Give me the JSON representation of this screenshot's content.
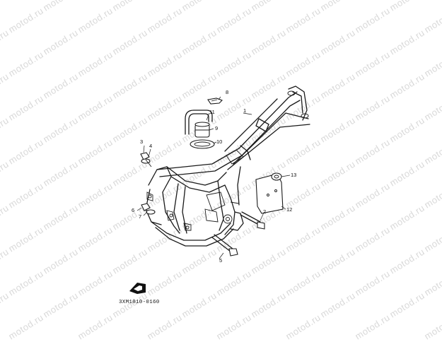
{
  "watermark": {
    "text": "motod.ru"
  },
  "diagram": {
    "part_code": "3XM1010-0160",
    "callouts": {
      "c1": "1",
      "c2": "2",
      "c3": "3",
      "c4": "4",
      "c5": "5",
      "c6": "6",
      "c7": "7",
      "c8": "8",
      "c9": "9",
      "c10": "10",
      "c11": "11",
      "c12": "12",
      "c13": "13"
    }
  },
  "icons": {
    "front_arrow": "front-direction-icon"
  }
}
